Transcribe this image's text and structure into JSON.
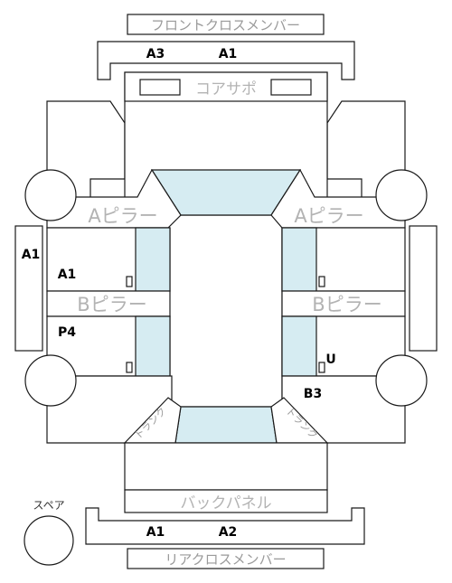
{
  "labels": {
    "front_cross_member": "フロントクロスメンバー",
    "core_support": "コアサポ",
    "a_pillar_left": "Aピラー",
    "a_pillar_right": "Aピラー",
    "b_pillar_left": "Bピラー",
    "b_pillar_right": "Bピラー",
    "back_panel": "バックパネル",
    "rear_cross_member": "リアクロスメンバー",
    "spare": "スペア",
    "trunk_left": "トランク",
    "trunk_right": "トランク"
  },
  "codes": {
    "front_member_left": "A3",
    "front_member_right": "A1",
    "left_rocker": "A1",
    "left_front_door": "A1",
    "left_rear_door": "P4",
    "right_rear_door": "U",
    "right_rear_quarter": "B3",
    "rear_member_left": "A1",
    "rear_member_right": "A2"
  },
  "colors": {
    "glass": "#d6ecf2",
    "outline": "#1a1a1a",
    "label_gray": "#b3b3b3",
    "code_black": "#000000"
  }
}
